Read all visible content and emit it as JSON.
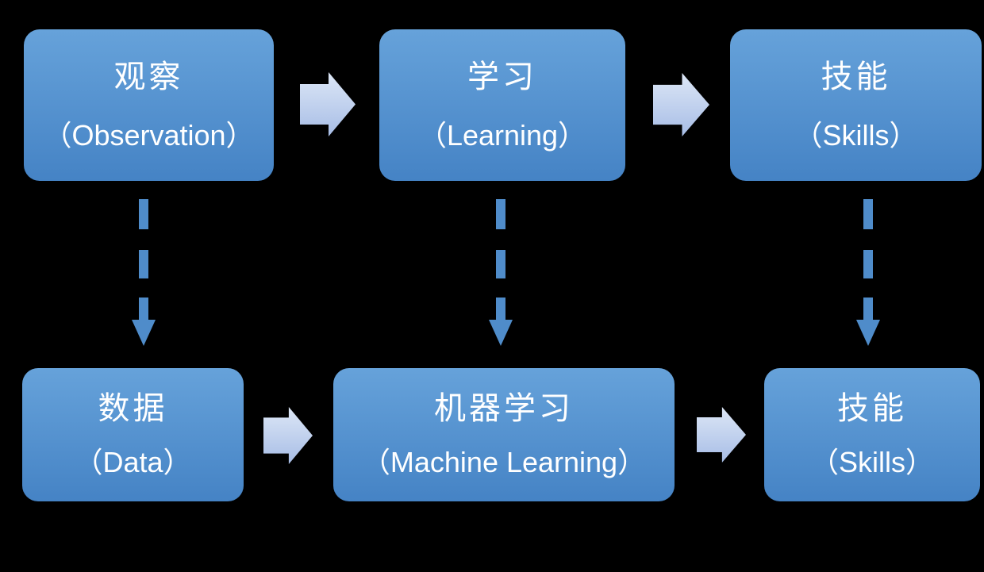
{
  "colors": {
    "background": "#000000",
    "box_gradient_top": "#66a2da",
    "box_gradient_bottom": "#4583c5",
    "solid_arrow_gradient_top": "#dde7f6",
    "solid_arrow_gradient_bottom": "#a7bde6",
    "dashed_arrow_color": "#4f8cca",
    "text_color": "#ffffff"
  },
  "nodes": [
    {
      "id": "observation",
      "zh": "观察",
      "en": "（Observation）"
    },
    {
      "id": "learning",
      "zh": "学习",
      "en": "（Learning）"
    },
    {
      "id": "skills-top",
      "zh": "技能",
      "en": "（Skills）"
    },
    {
      "id": "data",
      "zh": "数据",
      "en": "（Data）"
    },
    {
      "id": "machine-learning",
      "zh": "机器学习",
      "en": "（Machine Learning）"
    },
    {
      "id": "skills-bottom",
      "zh": "技能",
      "en": "（Skills）"
    }
  ],
  "edges": [
    {
      "from": "observation",
      "to": "learning",
      "style": "solid",
      "direction": "right"
    },
    {
      "from": "learning",
      "to": "skills-top",
      "style": "solid",
      "direction": "right"
    },
    {
      "from": "data",
      "to": "machine-learning",
      "style": "solid",
      "direction": "right"
    },
    {
      "from": "machine-learning",
      "to": "skills-bottom",
      "style": "solid",
      "direction": "right"
    },
    {
      "from": "observation",
      "to": "data",
      "style": "dashed",
      "direction": "down"
    },
    {
      "from": "learning",
      "to": "machine-learning",
      "style": "dashed",
      "direction": "down"
    },
    {
      "from": "skills-top",
      "to": "skills-bottom",
      "style": "dashed",
      "direction": "down"
    }
  ]
}
